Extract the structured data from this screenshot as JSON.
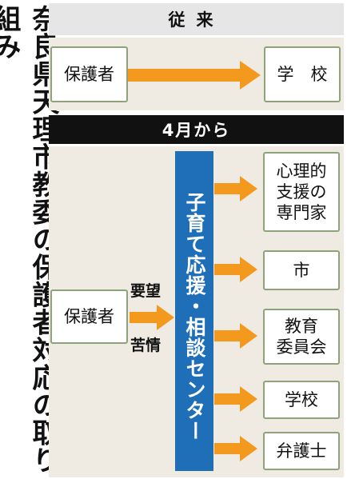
{
  "title": "奈良県天理市教委の保護者対応の取り組み",
  "before": {
    "header": "従来",
    "from": "保護者",
    "to": "学　校"
  },
  "after": {
    "header": "4月から",
    "from": "保護者",
    "label_top": "要望",
    "label_bottom": "苦情",
    "center": "子育て応援・相談センター",
    "targets": [
      "心理的\n支援の\n専門家",
      "市",
      "教育\n委員会",
      "学校",
      "弁護士"
    ]
  },
  "colors": {
    "arrow": "#f39a1e",
    "center": "#1f6fb8",
    "box_border": "#8fa37a",
    "panel": "#efebe3",
    "header_dark": "#111111",
    "header_light": "#e6e6e6"
  }
}
